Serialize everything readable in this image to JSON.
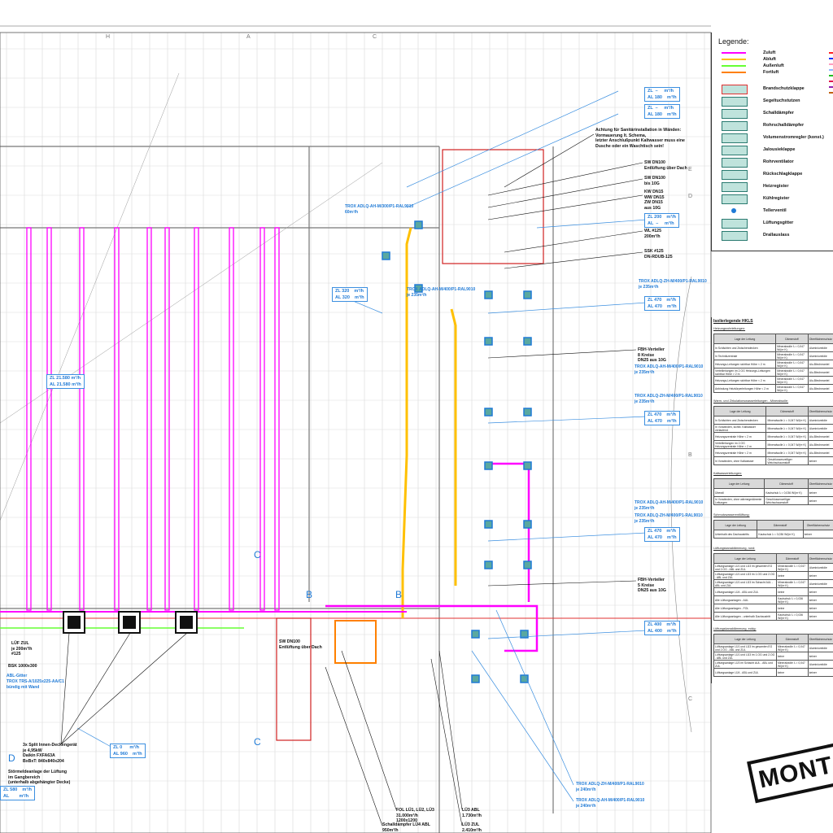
{
  "grid_labels": [
    "H",
    "A",
    "C",
    "E",
    "D",
    "B",
    "C"
  ],
  "legend": {
    "title": "Legende:",
    "lines": [
      {
        "label": "Zuluft",
        "color": "#ff00ff"
      },
      {
        "label": "Abluft",
        "color": "#ffc000"
      },
      {
        "label": "Außenluft",
        "color": "#66ff33"
      },
      {
        "label": "Fortluft",
        "color": "#ff8000"
      }
    ],
    "extra_colors": [
      "#ff2020",
      "#1030ff",
      "#ff9cc0",
      "#8fb8ff",
      "#20c020",
      "#e0104a",
      "#9020b0",
      "#c06010"
    ],
    "symbols": [
      {
        "label": "Brandschutzklappe",
        "icon": "fire-damper-icon"
      },
      {
        "label": "Segeltuchstutzen",
        "icon": "canvas-connector-icon"
      },
      {
        "label": "Schalldämpfer",
        "icon": "silencer-icon"
      },
      {
        "label": "Rohrschalldämpfer",
        "icon": "pipe-silencer-icon"
      },
      {
        "label": "Volumenstromregler (konst.)",
        "icon": "volume-flow-controller-icon"
      },
      {
        "label": "Jalousieklappe",
        "icon": "louver-damper-icon"
      },
      {
        "label": "Rohrventilator",
        "icon": "pipe-fan-icon"
      },
      {
        "label": "Rückschlagklappe",
        "icon": "check-valve-icon"
      },
      {
        "label": "Heizregister",
        "icon": "heating-coil-icon"
      },
      {
        "label": "Kühlregister",
        "icon": "cooling-coil-icon"
      },
      {
        "label": "Tellerventil",
        "icon": "disc-valve-icon"
      },
      {
        "label": "Lüftungsgitter",
        "icon": "ventilation-grille-icon"
      },
      {
        "label": "Drallauslass",
        "icon": "swirl-diffuser-icon"
      }
    ]
  },
  "isolation": {
    "title": "Isolierlegende HKLS",
    "headers": [
      "Lage der Leitung",
      "Dämmstoff",
      "Oberflächenschutz"
    ],
    "sections": [
      {
        "title": "Heizungsrohrleitungen:",
        "rows": [
          [
            "In Schächten und Zwischendecken",
            "Mineralwolle λ = 0,047 W/(m·K)",
            "Aluminiumfolie"
          ],
          [
            "In Technikzentrale",
            "Mineralwolle λ = 0,047 W/(m·K)",
            "Aluminiumfolie"
          ],
          [
            "Heizungs-Leitungen sichtbar Höhe < 2 m",
            "Mineralwolle λ = 0,047 W/(m·K)",
            "Alu-Blechmantel"
          ],
          [
            "Verteilleitungen im 2.OG Heizungs-Leitungen sichtbar Höhe > 2 m",
            "Mineralwolle λ = 0,047 W/(m·K)",
            "Alu-Blechmantel"
          ],
          [
            "Heizungs-Leitungen sichtbar Höhe < 2 m",
            "Mineralwolle λ = 0,047 W/(m·K)",
            "Alu-Blechmantel"
          ],
          [
            "Anbindung Heizkörperleitungen Höhe < 2 m",
            "Mineralwolle λ = 0,047 W/(m·K)",
            "Alu-Blechmantel"
          ]
        ]
      },
      {
        "title": "Warm- und Zirkulationswasserleitungen - Mineralwolle:",
        "rows": [
          [
            "In Schächten und Zwischendecken",
            "Mineralwolle λ = 0,047 W/(m·K)",
            "Aluminiumfolie"
          ],
          [
            "In Vorwänden, sichtb. Kaltwasser verlaufend",
            "Mineralwolle λ = 0,047 W/(m·K)",
            "Aluminiumfolie"
          ],
          [
            "Heizungszentrale Höhe < 2 m",
            "Mineralwolle λ = 0,047 W/(m·K)",
            "Alu-Blechmantel"
          ],
          [
            "Verteilleitungen im 2.OG Heizungszentrale Höhe > 2 m",
            "Mineralwolle λ = 0,047 W/(m·K)",
            "Alu-Blechmantel"
          ],
          [
            "Heizungszentrale Höhe < 2 m",
            "Mineralwolle λ = 0,047 W/(m·K)",
            "Alu-Blechmantel"
          ],
          [
            "In Vorwänden, ohne Kaltwasser",
            "Geschlossenzelliger Weichschaumstoff",
            "keiner"
          ]
        ]
      },
      {
        "title": "Kaltwasserleitungen:",
        "rows": [
          [
            "Überall",
            "Kautschuk λ = 0,036 W/(m·K)",
            "keiner"
          ],
          [
            "In Vorwänden, ohne wärmegedämmte Leitungen",
            "Geschlossenzelliger Weichschaumstoff",
            "keiner"
          ]
        ]
      },
      {
        "title": "Schmutzwasserentlüftung:",
        "rows": [
          [
            "Unterhalb des Dachaustritts",
            "Kautschuk λ = 0,036 W/(m·K)",
            "keiner"
          ]
        ]
      },
      {
        "title": "Lüftungskanaldämmung, rund:",
        "rows": [
          [
            "Lüftungsanlage LÜ1 und LÜ3 im gesamten EG und 2.OG - ABL und ZUL",
            "Mineralwolle λ = 0,047 W/(m·K)",
            "Aluminiumfolie"
          ],
          [
            "Lüftungsanlage LÜ1 und LÜ3 im 1.OG und 2.OG - ABL und ZUL",
            "keine",
            "keiner"
          ],
          [
            "Lüftungsanlage LÜ1 und LÜ3 im Schacht AUL - ABL und ZUL",
            "Mineralwolle λ = 0,047 W/(m·K)",
            "Aluminiumfolie"
          ],
          [
            "Lüftungsanlage LÜ4 - ABL und ZUL",
            "keine",
            "keiner"
          ],
          [
            "Alle Lüftungsanlagen - AUL",
            "Kautschuk λ = 0,036 W/(m·K)",
            "keiner"
          ],
          [
            "Alle Lüftungsanlagen - FOL",
            "keine",
            "keiner"
          ],
          [
            "Alle Lüftungsanlagen - unterhalb Dachaustritt",
            "Kautschuk λ = 0,036 W/(m·K)",
            "keiner"
          ]
        ]
      },
      {
        "title": "Lüftungskanaldämmung, eckig:",
        "rows": [
          [
            "Lüftungsanlage LÜ1 und LÜ3 im gesamten EG und 2.OG - ABL und ZUL",
            "Mineralwolle λ = 0,047 W/(m·K)",
            "Aluminiumfolie"
          ],
          [
            "Lüftungsanlage LÜ1 und LÜ3 im 1.OG und 2.OG - ABL und ZUL",
            "keine",
            "keiner"
          ],
          [
            "Lüftungsanlage LÜ3 im Schacht AUL - ABL und ZUL",
            "Mineralwolle λ = 0,047 W/(m·K)",
            "Aluminiumfolie"
          ],
          [
            "Lüftungsanlage LÜ4 - ABL und ZUL",
            "keine",
            "keiner"
          ]
        ]
      }
    ]
  },
  "flow_boxes": [
    {
      "zl": "ZL  –     m³/h",
      "al": "AL 180    m³/h"
    },
    {
      "zl": "ZL  –     m³/h",
      "al": "AL 180    m³/h"
    },
    {
      "zl": "ZL 200    m³/h",
      "al": "AL  –     m³/h"
    },
    {
      "zl": "ZL 470    m³/h",
      "al": "AL 470    m³/h"
    },
    {
      "zl": "ZL 470    m³/h",
      "al": "AL 470    m³/h"
    },
    {
      "zl": "ZL 470    m³/h",
      "al": "AL 470    m³/h"
    },
    {
      "zl": "ZL 400    m³/h",
      "al": "AL 400    m³/h"
    },
    {
      "zl": "ZL 320    m³/h",
      "al": "AL 320    m³/h"
    },
    {
      "zl": "ZL 21.580 m³/h",
      "al": "AL 21.580 m³/h"
    },
    {
      "zl": "ZL 0      m³/h",
      "al": "AL 960    m³/h"
    },
    {
      "zl": "ZL 580    m³/h",
      "al": "AL        m³/h"
    }
  ],
  "notes": [
    "Achtung für Sanitärinstallation in Wänden:\nVormauerung lt. Schema,\nletzter Anschlußpunkt Kaltwasser muss eine\nDusche oder ein Waschtisch sein!",
    "SW DN100\nEntlüftung über Dach",
    "SW DN100\nbis 10G",
    "KW DN15\nWW DN15\nZW DN15\naus 10G",
    "WL #125\n200m³/h",
    "SSK #125\nDN-RDUB-125",
    "FBH-Verteiler\n8 Kreise\nDN25 aus 10G",
    "FBH-Verteiler\n5 Kreise\nDN25 aus 10G",
    "3x Split Innen-Deckengerät\nje 4,95kW\nDaikin FXFA63A\nBxBxT: 840x840x204",
    "Störmeldeanlage der Lüftung\nim Gangbereich\n(unterhalb abgehängter Decke)",
    "LÜF ZUL\nje 200m³/h\n#125",
    "BSK 1000x300",
    "SW DN100\nEntlüftung über Dach",
    "FOL LÜ1, LÜ2, LÜ3\n31.000m³/h\n1200x1200",
    "Schalldämpfer LÜ4 ABL\n950m³/h",
    "LÜ3 ABL\n1.730m³/h",
    "LÜ3 ZUL\n2.410m³/h"
  ],
  "trox_labels": [
    "TROX ADLQ-AH-M/300/P1-RAL9010\n60m³/h",
    "TROX ADLQ-AH-M/400/P1-RAL9010\nje 235m³/h",
    "TROX ADLQ-ZH-M/400/P1-RAL9010\nje 235m³/h",
    "TROX ADLQ-AH-M/400/P1-RAL9010\nje 235m³/h",
    "TROX ADLQ-ZH-M/400/P1-RAL9010\nje 235m³/h",
    "TROX ADLQ-AH-M/400/P1-RAL9010\nje 235m³/h",
    "TROX ADLQ-ZH-M/400/P1-RAL9010\nje 235m³/h",
    "TROX ADLQ-ZH-M/400/P1-RAL9010\nje 240m³/h",
    "TROX ADLQ-AH-M/400/P1-RAL9010\nje 240m³/h",
    "ABL-Gitter\nTROX TRS-A/1025x225-AA/C1\nbündig mit Wand"
  ],
  "section_marks": [
    "B",
    "B",
    "C",
    "D",
    "C"
  ],
  "stamp": "MONTAGE"
}
